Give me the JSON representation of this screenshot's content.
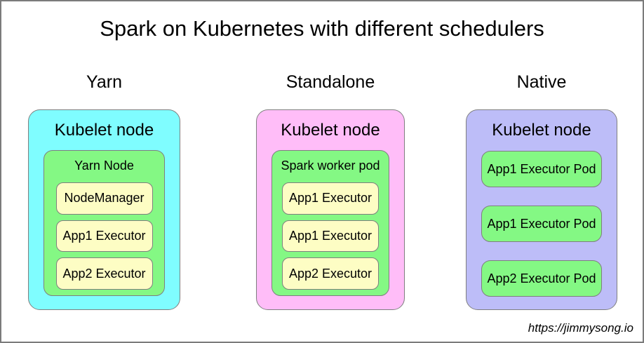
{
  "title": "Spark on Kubernetes with different schedulers",
  "footer": {
    "url": "https://jimmysong.io"
  },
  "colors": {
    "yarn_node_bg": "#7ffdff",
    "standalone_node_bg": "#ffbdf8",
    "native_node_bg": "#bdbdf8",
    "pod_green": "#84f884",
    "pod_yellow": "#fdfdc4",
    "stroke_gray": "#7f7f7f",
    "text": "#000000",
    "background": "#ffffff"
  },
  "columns": [
    {
      "heading": "Yarn",
      "node_label": "Kubelet node",
      "inner": {
        "label": "Yarn Node",
        "pods": [
          "NodeManager",
          "App1 Executor",
          "App2 Executor"
        ]
      }
    },
    {
      "heading": "Standalone",
      "node_label": "Kubelet node",
      "inner": {
        "label": "Spark worker pod",
        "pods": [
          "App1 Executor",
          "App1 Executor",
          "App2 Executor"
        ]
      }
    },
    {
      "heading": "Native",
      "node_label": "Kubelet node",
      "pods": [
        "App1 Executor Pod",
        "App1 Executor Pod",
        "App2 Executor Pod"
      ]
    }
  ]
}
